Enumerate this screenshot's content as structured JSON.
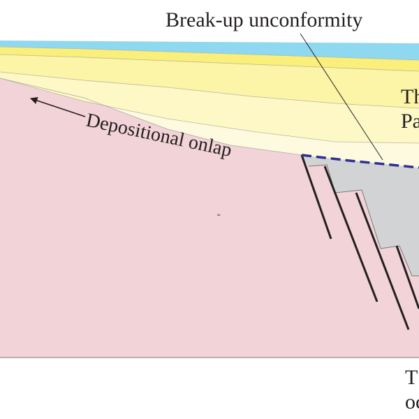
{
  "labels": {
    "breakup": "Break-up unconformity",
    "onlap": "Depositional onlap",
    "right_top_1": "Th",
    "right_top_2": "Pa",
    "right_bottom_1": "T",
    "right_bottom_2": "oc",
    "tiny_mark": "aa"
  },
  "colors": {
    "basement": "#f2d3d7",
    "rift_fill": "#d2d3d5",
    "sea": "#8ed8f0",
    "layer_yellow": "#f9ef7a",
    "layer_pale_yellow": "#fcf4a6",
    "layer_light_yellow": "#fdf8c6",
    "layer_cream": "#fefae0",
    "unconformity": "#2e3192",
    "ink": "#231f20"
  }
}
